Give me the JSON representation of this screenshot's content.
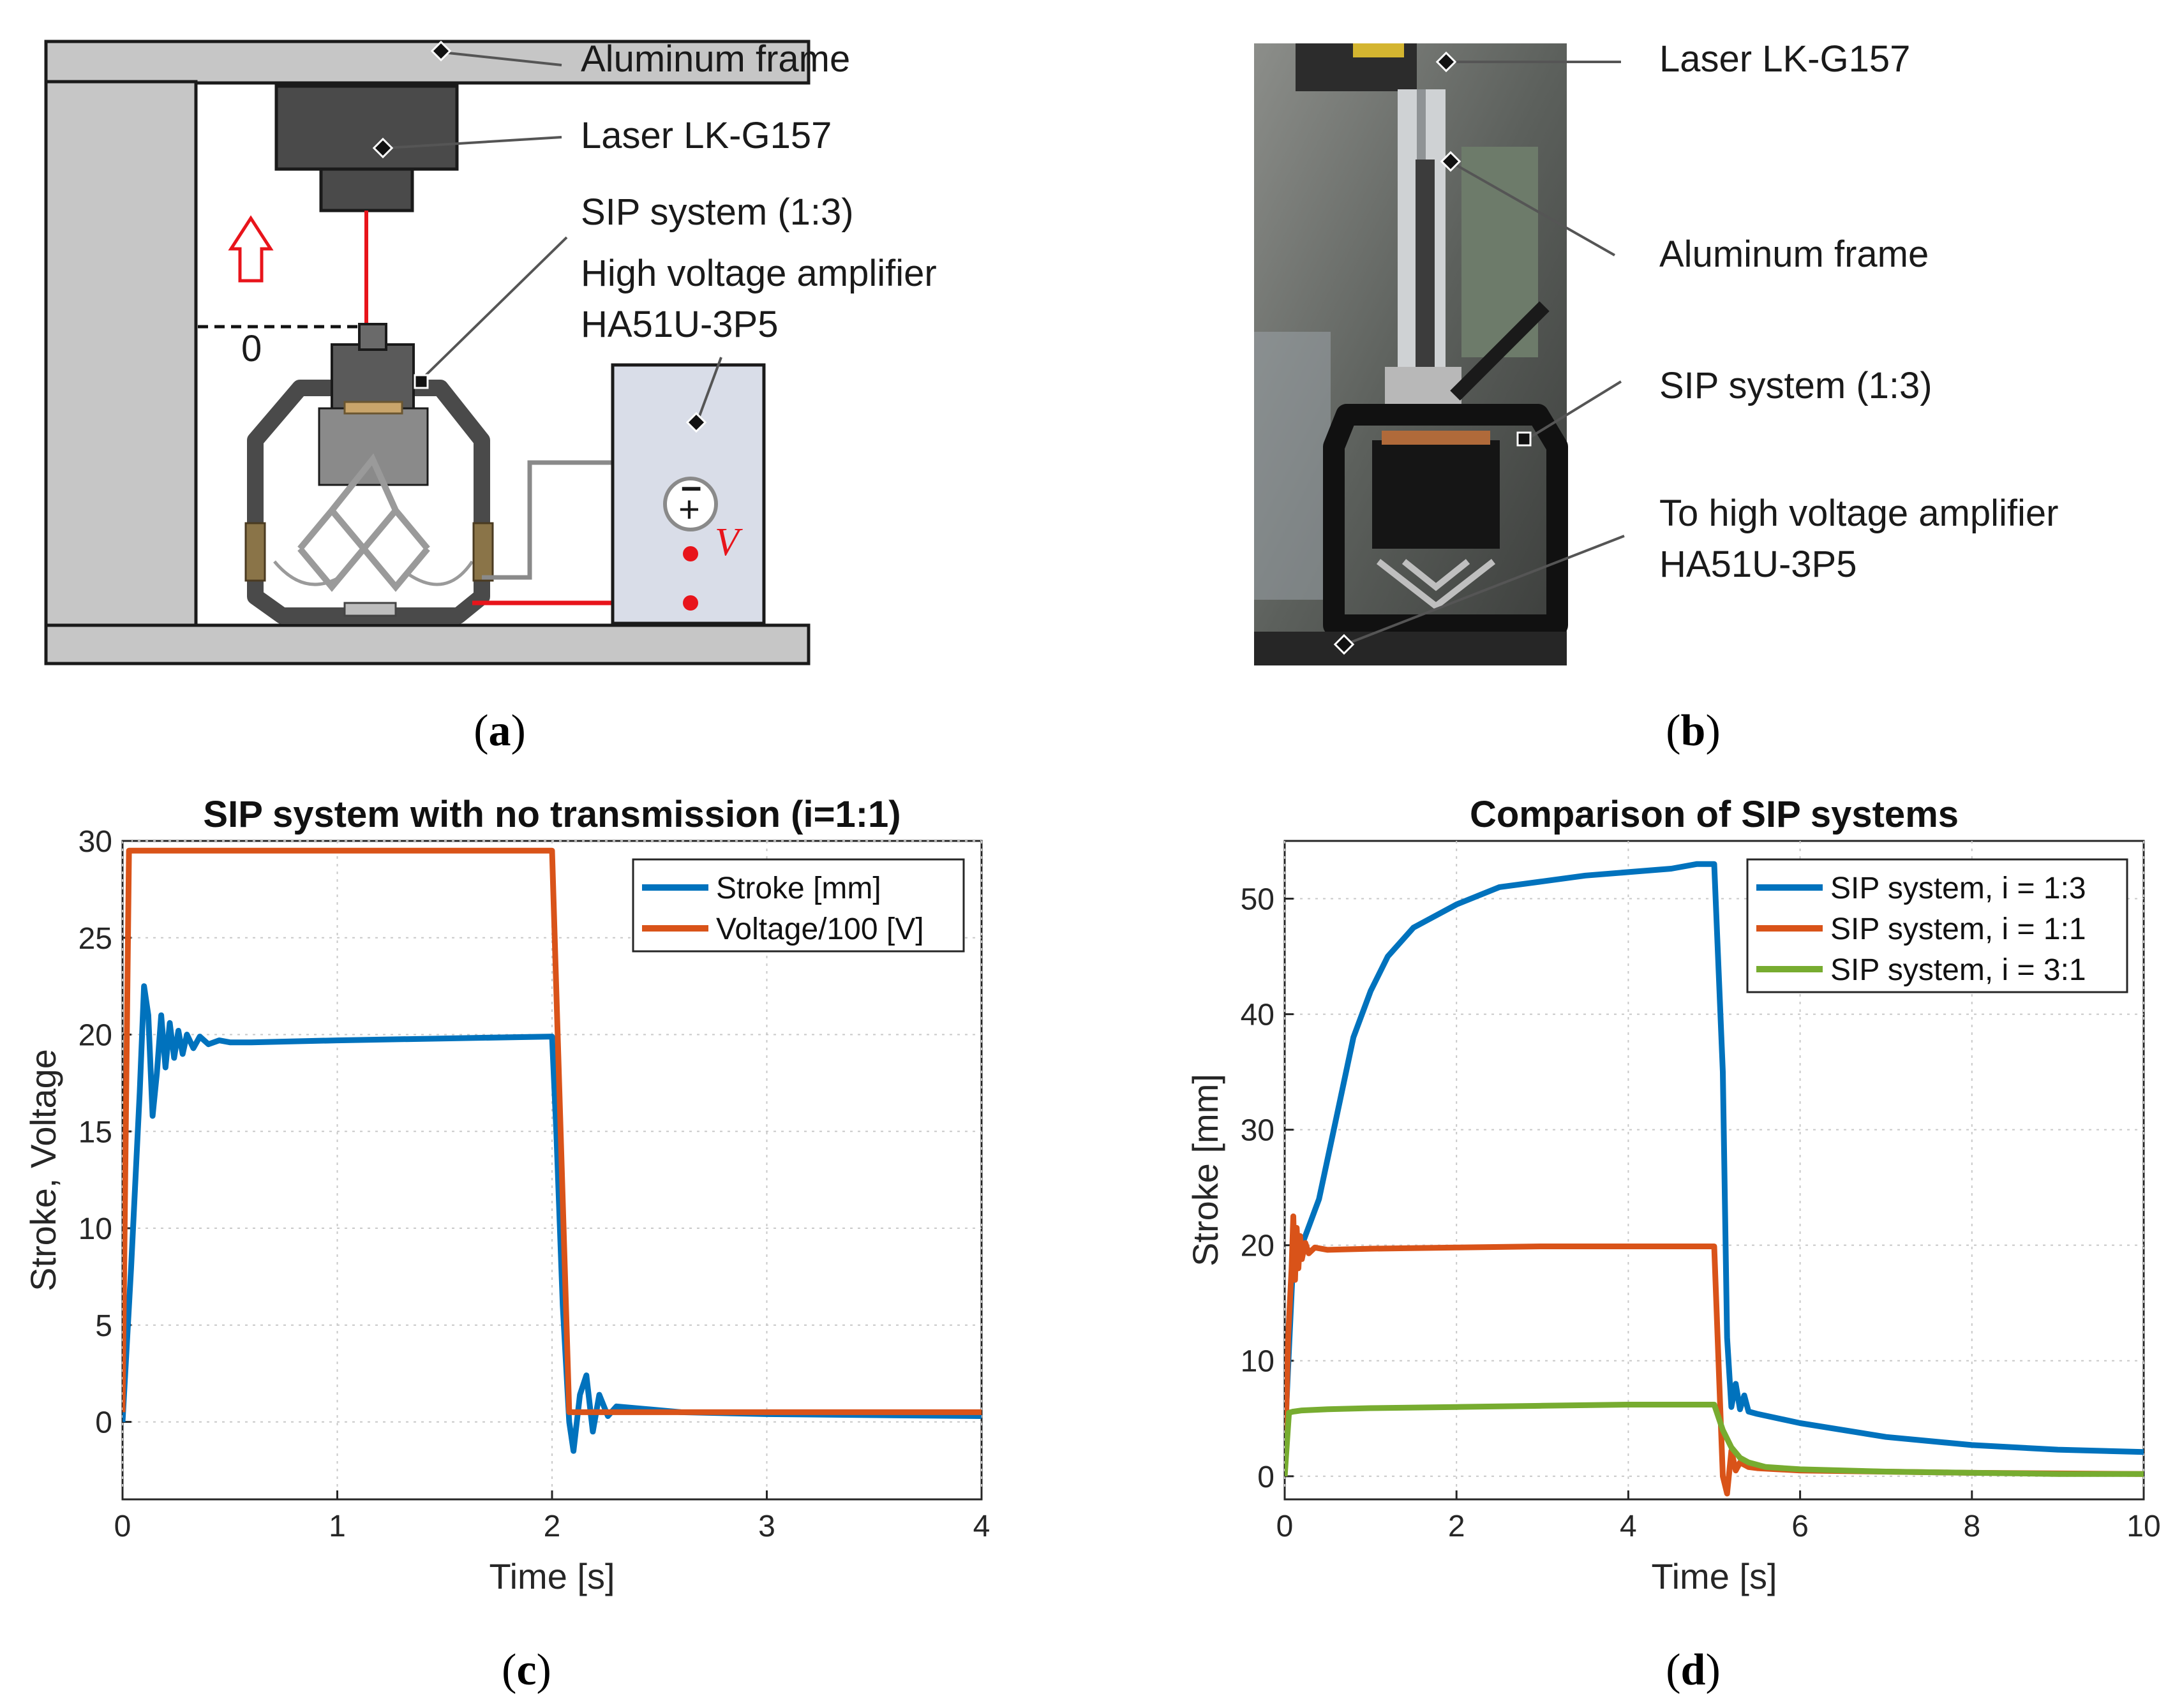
{
  "panel_a": {
    "caption_open": "(",
    "caption_letter": "a",
    "caption_close": ")",
    "label_frame": "Aluminum frame",
    "label_laser": "Laser LK-G157",
    "label_sip": "SIP system (1:3)",
    "label_amp_1": "High voltage amplifier",
    "label_amp_2": "HA51U-3P5",
    "zero_mark": "0",
    "voltage_symbol": "V",
    "source_minus": "–",
    "source_plus": "+"
  },
  "panel_b": {
    "caption_open": "(",
    "caption_letter": "b",
    "caption_close": ")",
    "label_laser": "Laser LK-G157",
    "label_frame": "Aluminum frame",
    "label_sip": "SIP system (1:3)",
    "label_amp_1": "To high voltage amplifier",
    "label_amp_2": "HA51U-3P5"
  },
  "panel_c": {
    "caption_open": "(",
    "caption_letter": "c",
    "caption_close": ")"
  },
  "panel_d": {
    "caption_open": "(",
    "caption_letter": "d",
    "caption_close": ")"
  },
  "colors": {
    "blue": "#0072BD",
    "orange": "#D95319",
    "green": "#77AC30",
    "red": "#e8141b"
  },
  "chart_data": [
    {
      "type": "line",
      "title": "SIP system with no transmission (i=1:1)",
      "xlabel": "Time [s]",
      "ylabel": "Stroke, Voltage",
      "xlim": [
        0,
        4
      ],
      "ylim": [
        -4,
        30
      ],
      "xticks": [
        0,
        1,
        2,
        3,
        4
      ],
      "yticks": [
        0,
        5,
        10,
        15,
        20,
        25,
        30
      ],
      "grid": true,
      "legend": "top-right",
      "series": [
        {
          "name": "Stroke [mm]",
          "color": "#0072BD",
          "x": [
            0,
            0.04,
            0.08,
            0.1,
            0.12,
            0.14,
            0.16,
            0.18,
            0.2,
            0.22,
            0.24,
            0.26,
            0.28,
            0.3,
            0.33,
            0.36,
            0.4,
            0.45,
            0.5,
            0.6,
            1.0,
            1.5,
            2.0,
            2.02,
            2.05,
            2.08,
            2.1,
            2.13,
            2.16,
            2.19,
            2.22,
            2.26,
            2.3,
            2.4,
            2.6,
            3.0,
            4.0
          ],
          "y": [
            0,
            8,
            17,
            22.5,
            21,
            15.8,
            18,
            21,
            18.3,
            20.6,
            18.8,
            20.2,
            19.0,
            20.0,
            19.3,
            19.9,
            19.5,
            19.7,
            19.6,
            19.6,
            19.7,
            19.8,
            19.9,
            15,
            6,
            0,
            -1.5,
            1.4,
            2.4,
            -0.5,
            1.4,
            0.3,
            0.8,
            0.7,
            0.5,
            0.4,
            0.3
          ]
        },
        {
          "name": "Voltage/100 [V]",
          "color": "#D95319",
          "x": [
            0,
            0.03,
            0.05,
            2.0,
            2.08,
            4.0
          ],
          "y": [
            0.5,
            29.5,
            29.5,
            29.5,
            0.5,
            0.5
          ]
        }
      ]
    },
    {
      "type": "line",
      "title": "Comparison of SIP systems",
      "xlabel": "Time [s]",
      "ylabel": "Stroke [mm]",
      "xlim": [
        0,
        10
      ],
      "ylim": [
        -2,
        55
      ],
      "xticks": [
        0,
        2,
        4,
        6,
        8,
        10
      ],
      "yticks": [
        0,
        10,
        20,
        30,
        40,
        50
      ],
      "grid": true,
      "legend": "top-right",
      "series": [
        {
          "name": "SIP system, i = 1:3",
          "color": "#0072BD",
          "x": [
            0,
            0.1,
            0.2,
            0.4,
            0.6,
            0.8,
            1.0,
            1.2,
            1.5,
            2.0,
            2.5,
            3.0,
            3.5,
            4.0,
            4.5,
            4.8,
            5.0,
            5.1,
            5.15,
            5.2,
            5.25,
            5.3,
            5.35,
            5.4,
            5.5,
            6.0,
            7.0,
            8.0,
            9.0,
            10.0
          ],
          "y": [
            3,
            19,
            20,
            24,
            31,
            38,
            42,
            45,
            47.5,
            49.5,
            51,
            51.5,
            52,
            52.3,
            52.6,
            53,
            53,
            35,
            12,
            6,
            8,
            5.8,
            7,
            5.6,
            5.4,
            4.6,
            3.4,
            2.7,
            2.3,
            2.1
          ]
        },
        {
          "name": "SIP system, i = 1:1",
          "color": "#D95319",
          "x": [
            0,
            0.04,
            0.08,
            0.1,
            0.12,
            0.14,
            0.16,
            0.18,
            0.2,
            0.24,
            0.28,
            0.35,
            0.5,
            1.0,
            2.0,
            3.0,
            4.0,
            5.0,
            5.05,
            5.1,
            5.15,
            5.2,
            5.25,
            5.3,
            5.4,
            5.5,
            6.0,
            8.0,
            10.0
          ],
          "y": [
            0,
            12,
            18,
            22.5,
            17,
            21.5,
            18,
            20.8,
            18.8,
            20.2,
            19.3,
            19.8,
            19.6,
            19.7,
            19.8,
            19.9,
            19.9,
            19.9,
            10,
            0,
            -1.5,
            2.2,
            0.5,
            1.2,
            0.8,
            0.7,
            0.5,
            0.3,
            0.2
          ]
        },
        {
          "name": "SIP system, i = 3:1",
          "color": "#77AC30",
          "x": [
            0,
            0.05,
            0.1,
            0.2,
            0.5,
            1.0,
            2.0,
            3.0,
            4.0,
            5.0,
            5.1,
            5.2,
            5.3,
            5.4,
            5.6,
            6.0,
            7.0,
            8.0,
            9.0,
            10.0
          ],
          "y": [
            0,
            5.5,
            5.6,
            5.7,
            5.8,
            5.9,
            6.0,
            6.1,
            6.2,
            6.2,
            4,
            2.5,
            1.6,
            1.2,
            0.8,
            0.6,
            0.4,
            0.3,
            0.2,
            0.2
          ]
        }
      ]
    }
  ]
}
